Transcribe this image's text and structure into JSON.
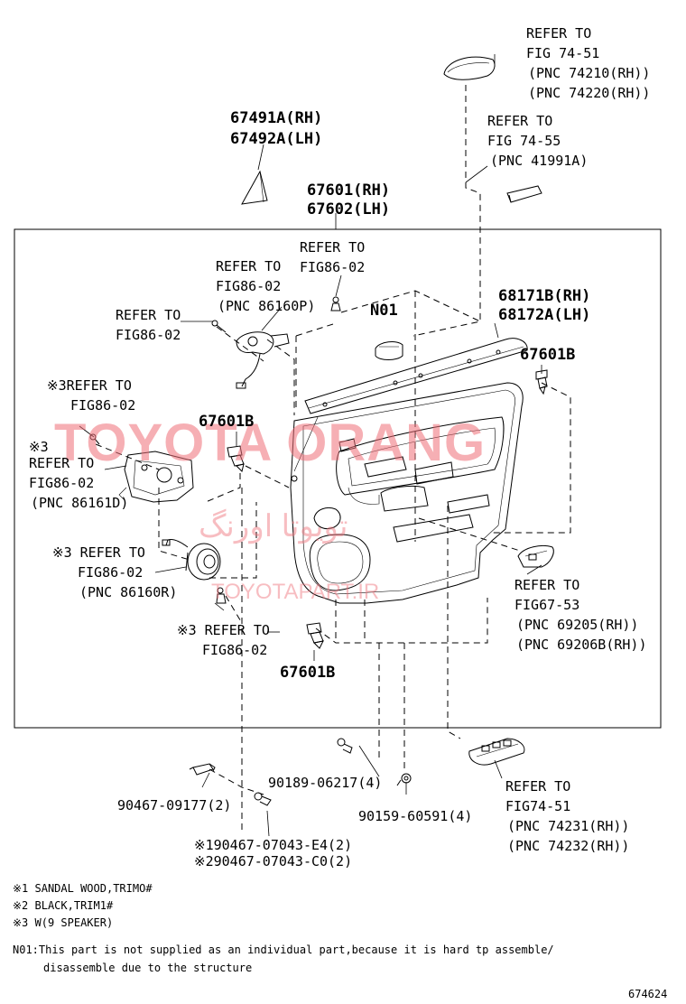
{
  "diagram_id": "674624",
  "watermark": {
    "brand": "TOYOTA ORANG",
    "persian": "تویوتا اورنگ",
    "site": "TOYOTAPART.IR"
  },
  "callouts": {
    "c_fig7451_top": {
      "l1": "REFER TO",
      "l2": "FIG 74-51",
      "l3": "(PNC 74210(RH))",
      "l4": "(PNC 74220(RH))"
    },
    "c_fig7455": {
      "l1": "REFER TO",
      "l2": "FIG 74-55",
      "l3": "(PNC 41991A)"
    },
    "c_674912": {
      "l1": "67491A(RH)",
      "l2": "67492A(LH)"
    },
    "c_676012": {
      "l1": "67601(RH)",
      "l2": "67602(LH)"
    },
    "c_fig8602_a": {
      "l1": "REFER TO",
      "l2": "FIG86-02"
    },
    "c_fig8602_b": {
      "l1": "REFER TO",
      "l2": "FIG86-02",
      "l3": "(PNC 86160P)"
    },
    "c_fig8602_c": {
      "l1": "REFER TO",
      "l2": "FIG86-02"
    },
    "c_n01": {
      "l1": "N01"
    },
    "c_68171": {
      "l1": "68171B(RH)",
      "l2": "68172A(LH)"
    },
    "c_67601b_right": {
      "l1": "67601B"
    },
    "c_fig8602_d": {
      "l1": "※3REFER TO",
      "l2": "FIG86-02"
    },
    "c_67601b_mid": {
      "l1": "67601B"
    },
    "c_fig8602_e": {
      "l1": "※3",
      "l2": "REFER TO",
      "l3": "FIG86-02",
      "l4": "(PNC 86161D)"
    },
    "c_fig8602_f": {
      "l1": "※3 REFER TO",
      "l2": "FIG86-02",
      "l3": "(PNC 86160R)"
    },
    "c_fig8602_g": {
      "l1": "※3 REFER TO",
      "l2": "FIG86-02"
    },
    "c_67601b_bot": {
      "l1": "67601B"
    },
    "c_fig6753": {
      "l1": "REFER TO",
      "l2": "FIG67-53",
      "l3": "(PNC 69205(RH))",
      "l4": "(PNC 69206B(RH))"
    },
    "c_fig7451_bot": {
      "l1": "REFER TO",
      "l2": "FIG74-51",
      "l3": "(PNC 74231(RH))",
      "l4": "(PNC 74232(RH))"
    },
    "c_90189": {
      "l1": "90189-06217(4)"
    },
    "c_90159": {
      "l1": "90159-60591(4)"
    },
    "c_90467a": {
      "l1": "90467-09177(2)"
    },
    "c_90467b": {
      "l1": "※190467-07043-E4(2)",
      "l2": "※290467-07043-C0(2)"
    }
  },
  "notes": {
    "n1": "※1 SANDAL WOOD,TRIMO#",
    "n2": "※2 BLACK,TRIM1#",
    "n3": "※3 W(9 SPEAKER)",
    "n01a": "N01:This part is not supplied as an individual part,because it is hard tp assemble/",
    "n01b": "disassemble due to the structure"
  }
}
